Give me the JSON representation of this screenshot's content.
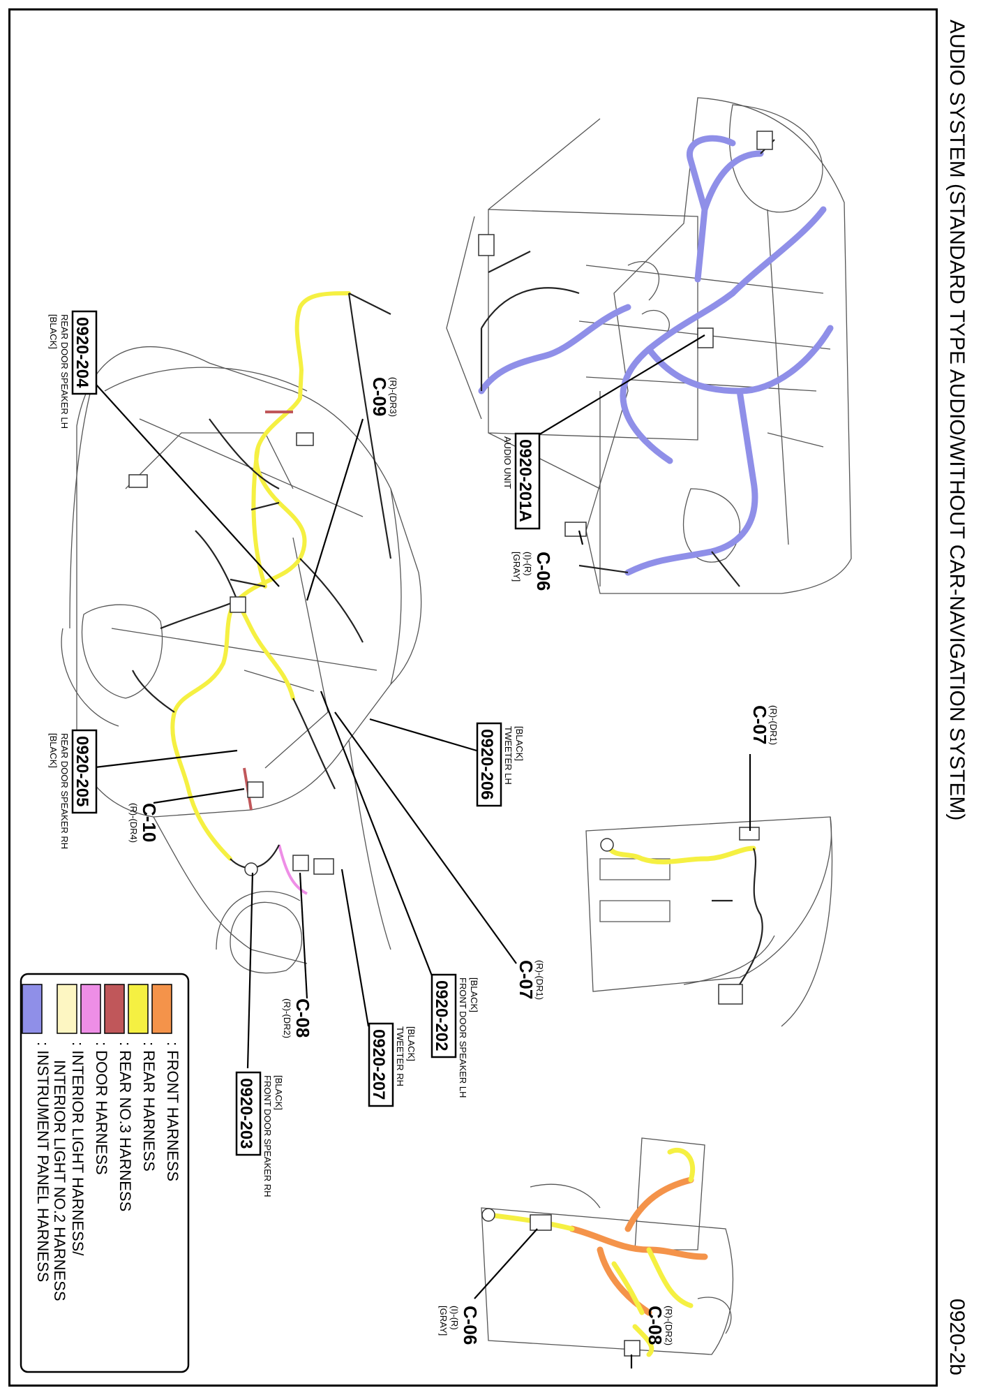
{
  "header": {
    "title": "AUDIO SYSTEM (STANDARD TYPE AUDIO/WITHOUT CAR-NAVIGATION SYSTEM)",
    "page_code": "0920-2b"
  },
  "callouts": {
    "c09": {
      "code": "C-09",
      "sub": "(R)-(DR3)"
    },
    "c06a": {
      "code": "C-06",
      "sub": "(I)-(R)",
      "sub2": "[GRAY]"
    },
    "c07a": {
      "code": "C-07",
      "sub": "(R)-(DR1)"
    },
    "c07b": {
      "code": "C-07",
      "sub": "(R)-(DR1)"
    },
    "c10": {
      "code": "C-10",
      "sub": "(R)-(DR4)"
    },
    "c08a": {
      "code": "C-08",
      "sub": "(R)-(DR2)"
    },
    "c06b": {
      "code": "C-06",
      "sub": "(I)-(R)",
      "sub2": "[GRAY]"
    },
    "c08b": {
      "code": "C-08",
      "sub": "(R)-(DR2)"
    }
  },
  "components": {
    "p204": {
      "id": "0920-204",
      "name": "REAR DOOR SPEAKER LH",
      "color": "[BLACK]"
    },
    "p201a": {
      "id": "0920-201A",
      "name": "AUDIO UNIT"
    },
    "p206": {
      "id": "0920-206",
      "name": "TWEETER LH",
      "color": "[BLACK]"
    },
    "p205": {
      "id": "0920-205",
      "name": "REAR DOOR SPEAKER RH",
      "color": "[BLACK]"
    },
    "p202": {
      "id": "0920-202",
      "name": "FRONT DOOR SPEAKER LH",
      "color": "[BLACK]"
    },
    "p207": {
      "id": "0920-207",
      "name": "TWEETER RH",
      "color": "[BLACK]"
    },
    "p203": {
      "id": "0920-203",
      "name": "FRONT DOOR SPEAKER RH",
      "color": "[BLACK]"
    }
  },
  "legend": [
    {
      "label": ": FRONT HARNESS",
      "color": "#f4934a"
    },
    {
      "label": ": REAR HARNESS",
      "color": "#f5f042"
    },
    {
      "label": ": REAR NO.3 HARNESS",
      "color": "#c0575a"
    },
    {
      "label": ": DOOR HARNESS",
      "color": "#ee8ee6"
    },
    {
      "label": ": INTERIOR LIGHT HARNESS/",
      "label2": "INTERIOR LIGHT NO.2 HARNESS",
      "color": "#fdf6c2"
    },
    {
      "label": ": INSTRUMENT PANEL HARNESS",
      "color": "#8f8fe8"
    }
  ]
}
